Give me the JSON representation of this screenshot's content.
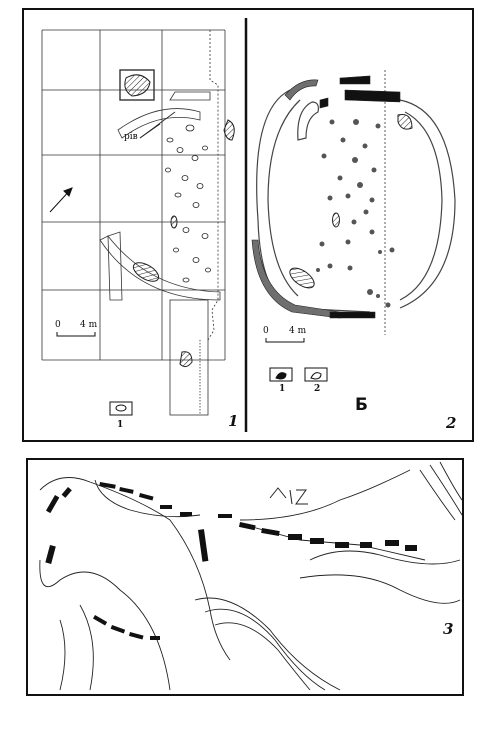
{
  "figure": {
    "panel1": {
      "number": "1",
      "ditch_label": "рів",
      "scale_zero": "0",
      "scale_length": "4 m",
      "legend_number": "1"
    },
    "panel2": {
      "number": "2",
      "scale_zero": "0",
      "scale_length": "4 m",
      "legend_items": [
        "1",
        "2"
      ],
      "letter": "Б"
    },
    "panel3": {
      "number": "3",
      "handwritten_mark": "↑12"
    }
  },
  "colors": {
    "ink": "#111111",
    "hatch": "#222222",
    "paper": "#ffffff",
    "grey_fill": "#6f6f6f"
  }
}
